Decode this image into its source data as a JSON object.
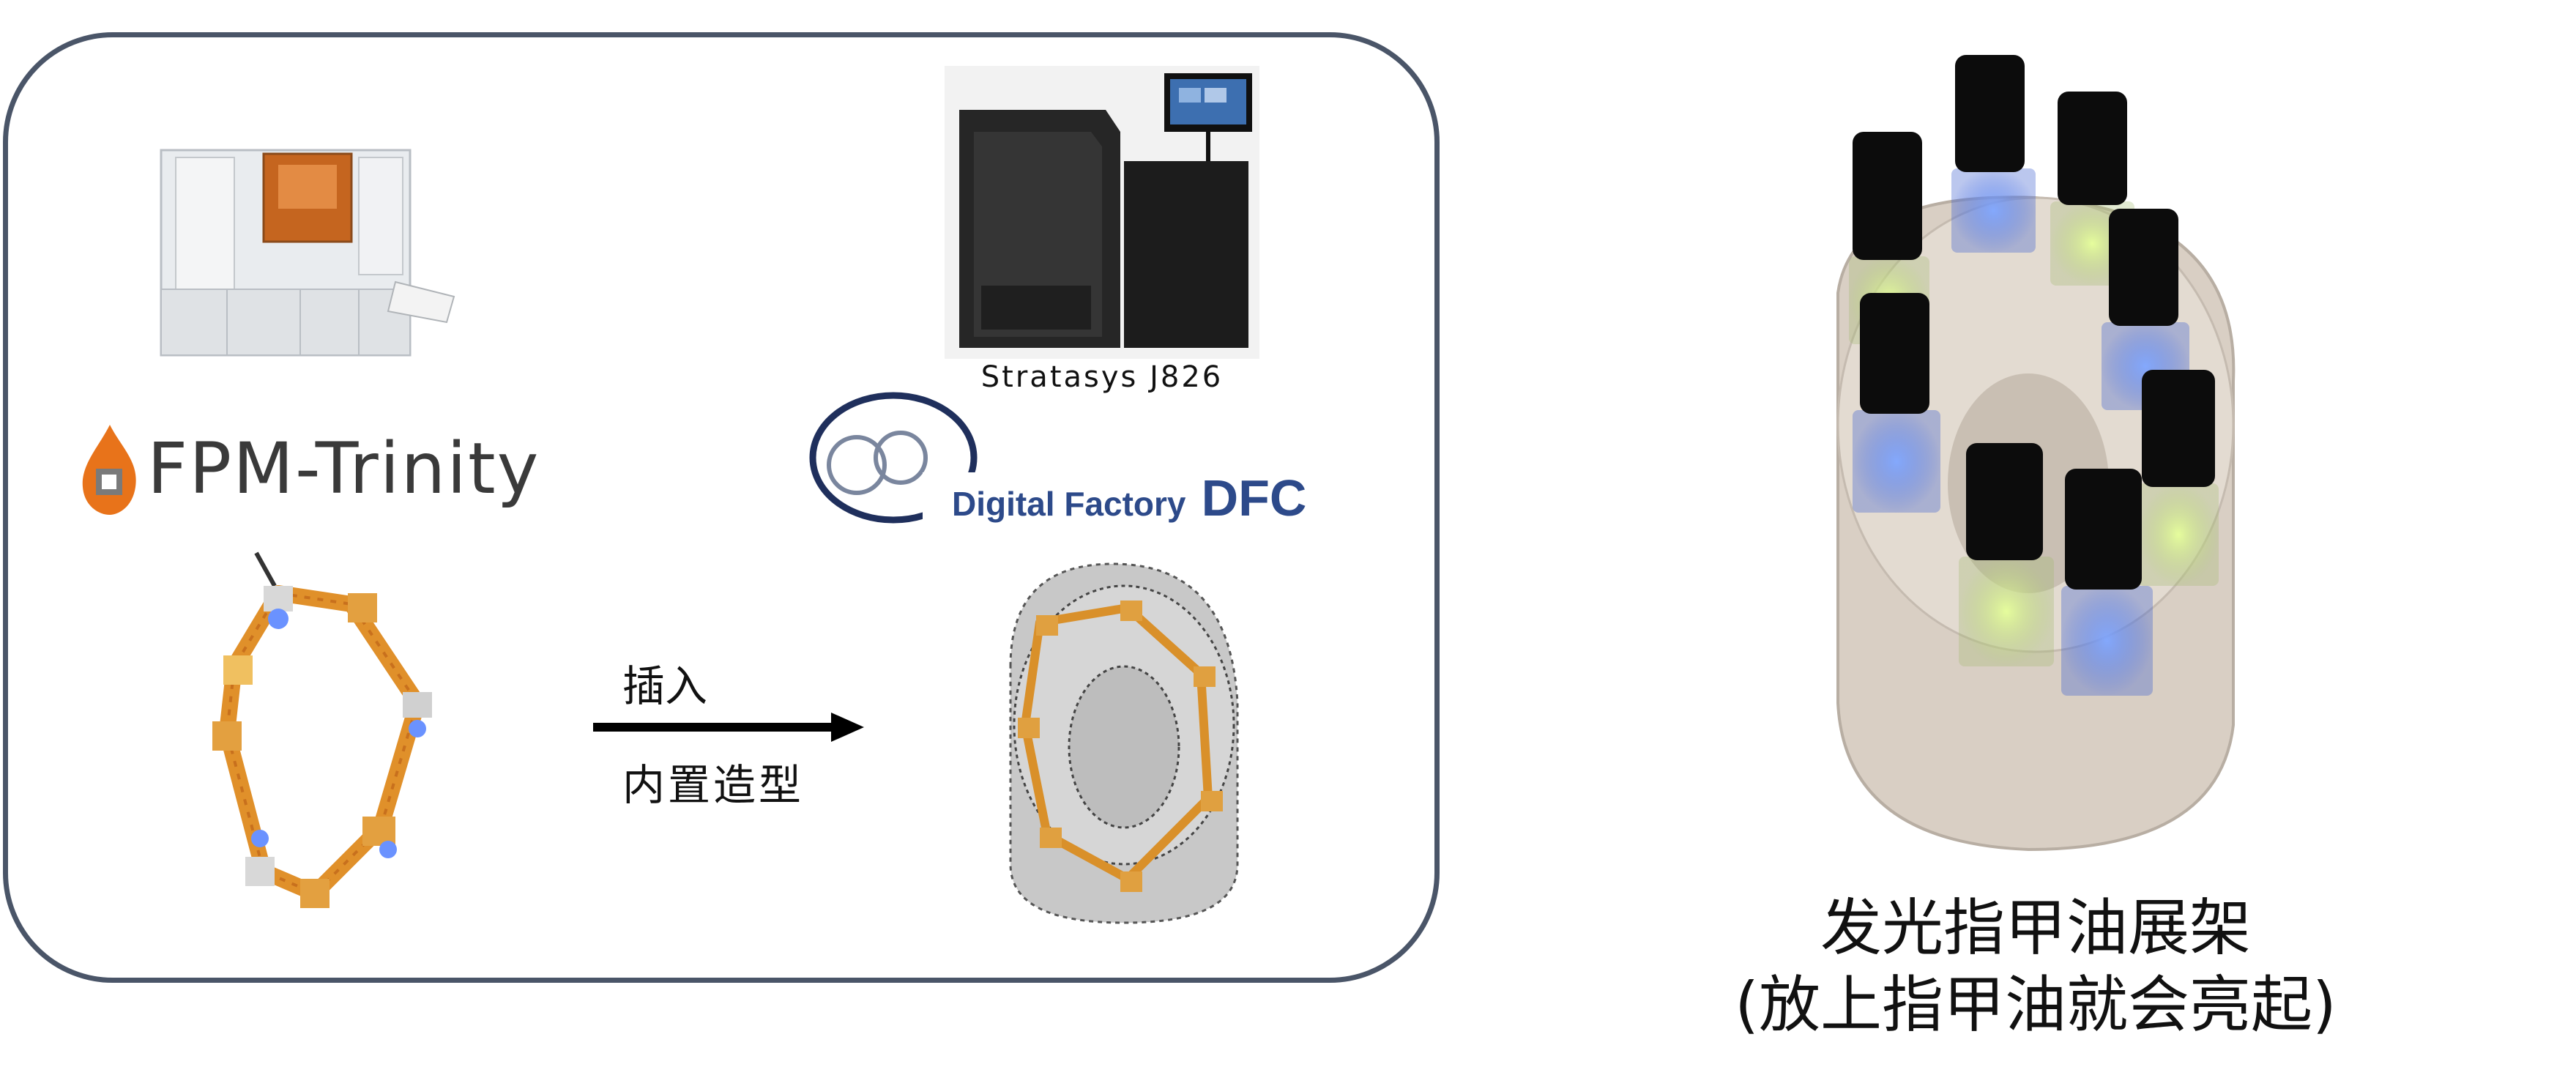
{
  "left_panel": {
    "machine_left_brand": "FPM-Trinity",
    "machine_right_label": "Stratasys J826",
    "dfc_logo_text": "Digital Factory",
    "dfc_logo_abbr": "DFC",
    "arrow_top_label": "插入",
    "arrow_bottom_label": "内置造型"
  },
  "right_panel": {
    "caption_line1": "发光指甲油展架",
    "caption_line2": "(放上指甲油就会亮起)"
  },
  "colors": {
    "frame": "#4a5568",
    "fpm_orange": "#e8731a",
    "dfc_blue": "#2d4a8a",
    "led_blue": "#4a7dff",
    "pcb_orange": "#e0902a"
  }
}
